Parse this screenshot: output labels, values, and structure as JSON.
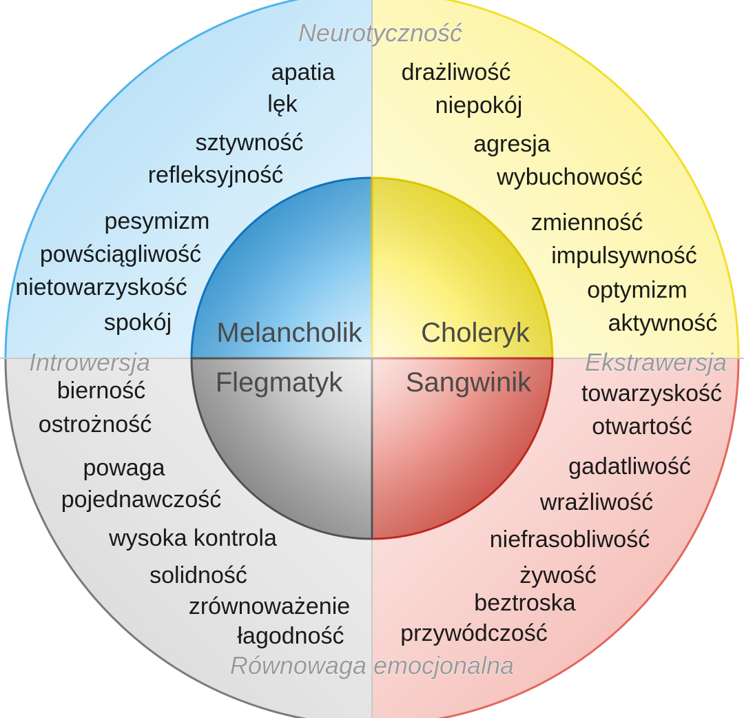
{
  "axes": {
    "top": "Neurotyczność",
    "bottom": "Równowaga emocjonalna",
    "left": "Introwersja",
    "right": "Ekstrawersja"
  },
  "temperaments": {
    "melancholic": "Melancholik",
    "choleric": "Choleryk",
    "phlegmatic": "Flegmatyk",
    "sanguine": "Sangwinik"
  },
  "traits": {
    "melancholic": [
      "apatia",
      "lęk",
      "sztywność",
      "refleksyjność",
      "pesymizm",
      "powściągliwość",
      "nietowarzyskość",
      "spokój"
    ],
    "choleric": [
      "drażliwość",
      "niepokój",
      "agresja",
      "wybuchowość",
      "zmienność",
      "impulsywność",
      "optymizm",
      "aktywność"
    ],
    "phlegmatic": [
      "bierność",
      "ostrożność",
      "powaga",
      "pojednawczość",
      "wysoka kontrola",
      "solidność",
      "zrównoważenie",
      "łagodność"
    ],
    "sanguine": [
      "towarzyskość",
      "otwartość",
      "gadatliwość",
      "wrażliwość",
      "niefrasobliwość",
      "żywość",
      "beztroska",
      "przywódczość"
    ]
  },
  "colors": {
    "melancholic": "#3aa7e6",
    "choleric": "#f2e21c",
    "phlegmatic": "#8c8c8c",
    "sanguine": "#e2473a"
  }
}
